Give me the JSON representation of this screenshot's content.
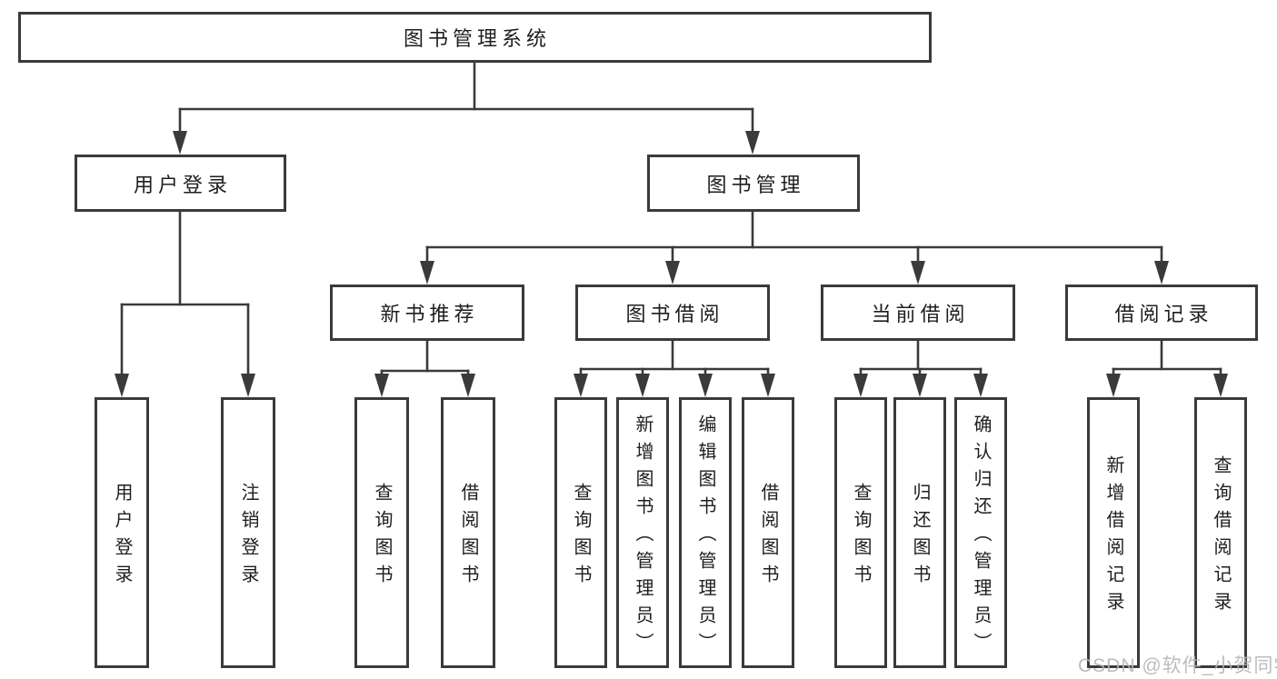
{
  "colors": {
    "line": "#3a3a3a",
    "text": "#1e1e1e",
    "background": "#ffffff",
    "watermark": "#b5b5b5"
  },
  "watermark": {
    "text": "CSDN @软件_小贺同学"
  },
  "tree": {
    "root": {
      "label": "图书管理系统"
    },
    "branches": [
      {
        "label": "用户登录",
        "children": [
          {
            "label": "用户登录"
          },
          {
            "label": "注销登录"
          }
        ]
      },
      {
        "label": "图书管理",
        "groups": [
          {
            "label": "新书推荐",
            "children": [
              {
                "label": "查询图书"
              },
              {
                "label": "借阅图书"
              }
            ]
          },
          {
            "label": "图书借阅",
            "children": [
              {
                "label": "查询图书"
              },
              {
                "label": "新增图书（管理员）"
              },
              {
                "label": "编辑图书（管理员）"
              },
              {
                "label": "借阅图书"
              }
            ]
          },
          {
            "label": "当前借阅",
            "children": [
              {
                "label": "查询图书"
              },
              {
                "label": "归还图书"
              },
              {
                "label": "确认归还（管理员）"
              }
            ]
          },
          {
            "label": "借阅记录",
            "children": [
              {
                "label": "新增借阅记录"
              },
              {
                "label": "查询借阅记录"
              }
            ]
          }
        ]
      }
    ]
  }
}
